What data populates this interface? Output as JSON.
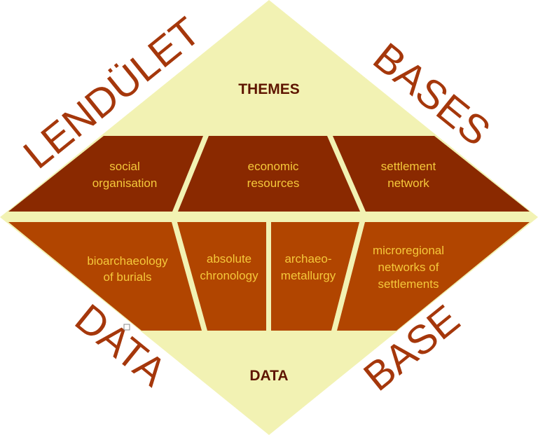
{
  "colors": {
    "diamond": "#f2f2b3",
    "themes_band": "#8a2900",
    "data_band": "#b14500",
    "cell_text": "#f5c83a",
    "title_text": "#5e1500",
    "side_text": "#a5370b"
  },
  "titles": {
    "top": "THEMES",
    "bottom": "DATA"
  },
  "side_labels": {
    "top_left": "LENDÜLET",
    "top_right": "BASES",
    "bottom_left": "DATA",
    "bottom_right": "BASE"
  },
  "themes": [
    {
      "lines": [
        "social",
        "organisation"
      ]
    },
    {
      "lines": [
        "economic",
        "resources"
      ]
    },
    {
      "lines": [
        "settlement",
        "network"
      ]
    }
  ],
  "data_cells": [
    {
      "lines": [
        "bioarchaeology",
        "of burials"
      ]
    },
    {
      "lines": [
        "absolute",
        "chronology"
      ]
    },
    {
      "lines": [
        "archaeo-",
        "metallurgy"
      ]
    },
    {
      "lines": [
        "microregional",
        "networks of",
        "settlements"
      ]
    }
  ]
}
